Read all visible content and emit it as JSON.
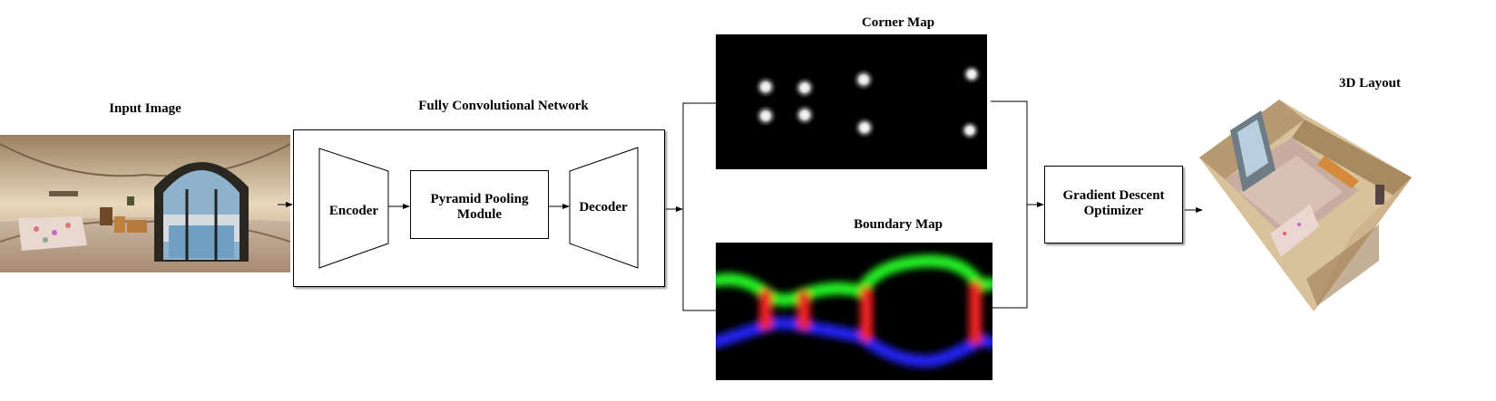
{
  "titles": {
    "input_image": "Input Image",
    "fcn": "Fully Convolutional Network",
    "corner_map": "Corner Map",
    "boundary_map": "Boundary Map",
    "layout_3d": "3D Layout"
  },
  "blocks": {
    "encoder": "Encoder",
    "pyramid_line1": "Pyramid Pooling",
    "pyramid_line2": "Module",
    "decoder": "Decoder",
    "optimizer_line1": "Gradient Descent",
    "optimizer_line2": "Optimizer"
  },
  "colors": {
    "boundary_wall": "#22ee22",
    "boundary_floor": "#2222ee",
    "boundary_corner": "#ee2222",
    "map_background": "#000000"
  }
}
